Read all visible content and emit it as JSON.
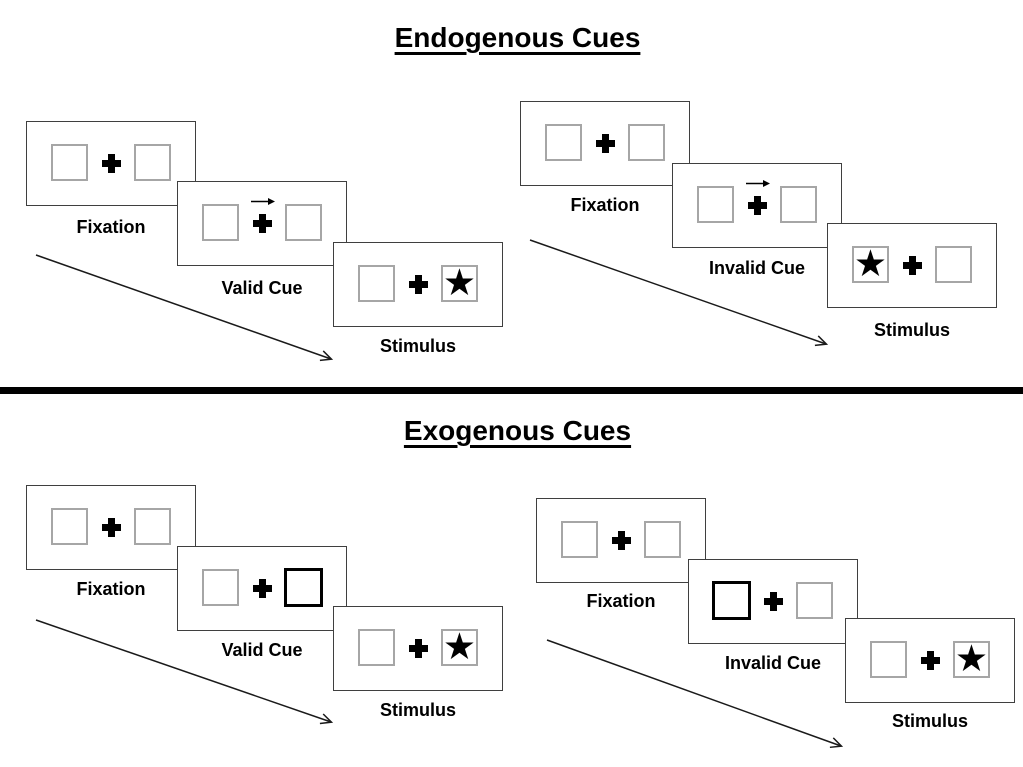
{
  "glyphs": {
    "star": "★"
  },
  "colors": {
    "background": "#ffffff",
    "panel_border": "#3f3f3f",
    "placeholder_box_border": "#a6a6a6",
    "cue_box_border": "#000000",
    "fixation_cross": "#000000",
    "text": "#000000",
    "divider": "#000000",
    "arrow": "#1a1a1a"
  },
  "sections": [
    {
      "title": "Endogenous Cues",
      "groups": [
        {
          "name": "valid-cue-sequence",
          "panels": [
            {
              "label": "Fixation",
              "cue": "none",
              "star_position": "none"
            },
            {
              "label": "Valid Cue",
              "cue": "arrow-right",
              "star_position": "none"
            },
            {
              "label": "Stimulus",
              "cue": "none",
              "star_position": "right"
            }
          ]
        },
        {
          "name": "invalid-cue-sequence",
          "panels": [
            {
              "label": "Fixation",
              "cue": "none",
              "star_position": "none"
            },
            {
              "label": "Invalid Cue",
              "cue": "arrow-right",
              "star_position": "none"
            },
            {
              "label": "Stimulus",
              "cue": "none",
              "star_position": "left"
            }
          ]
        }
      ]
    },
    {
      "title": "Exogenous Cues",
      "groups": [
        {
          "name": "valid-cue-sequence",
          "panels": [
            {
              "label": "Fixation",
              "cue": "none",
              "star_position": "none"
            },
            {
              "label": "Valid Cue",
              "cue": "highlight-box-right",
              "star_position": "none"
            },
            {
              "label": "Stimulus",
              "cue": "none",
              "star_position": "right"
            }
          ]
        },
        {
          "name": "invalid-cue-sequence",
          "panels": [
            {
              "label": "Fixation",
              "cue": "none",
              "star_position": "none"
            },
            {
              "label": "Invalid Cue",
              "cue": "highlight-box-left",
              "star_position": "none"
            },
            {
              "label": "Stimulus",
              "cue": "none",
              "star_position": "right"
            }
          ]
        }
      ]
    }
  ]
}
